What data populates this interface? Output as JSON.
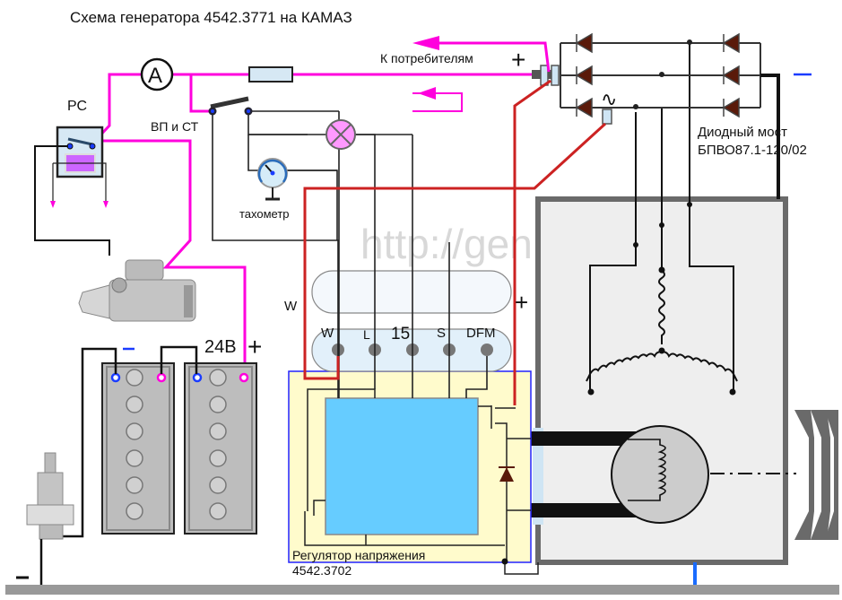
{
  "title": "Схема генератора 4542.3771 на КАМАЗ",
  "watermark": "http://genrem.narod.ru",
  "labels": {
    "ammeter": "A",
    "relay": "РС",
    "switch": "ВП и СТ",
    "tachometer": "тахометр",
    "consumers": "К потребителям",
    "plus": "+",
    "minus": "−",
    "battery_voltage": "24В",
    "diode_bridge_line1": "Диодный мост",
    "diode_bridge_line2": "БПВО87.1-120/02",
    "w_side": "W",
    "regulator_line1": "Регулятор напряжения",
    "regulator_line2": "4542.3702",
    "ac_symbol": "∿"
  },
  "connector_pins": [
    "W",
    "L",
    "15",
    "S",
    "DFM"
  ],
  "colors": {
    "positive_wire": "#ff00dd",
    "red_wire": "#cc2222",
    "ground_wire": "#111111",
    "regulator_bg": "#fffbcc",
    "regulator_border": "#2222ff",
    "chip": "#66ccff",
    "diode": "#5a1a0a",
    "housing": "#eeeeee",
    "lamp": "#ff99ff"
  }
}
